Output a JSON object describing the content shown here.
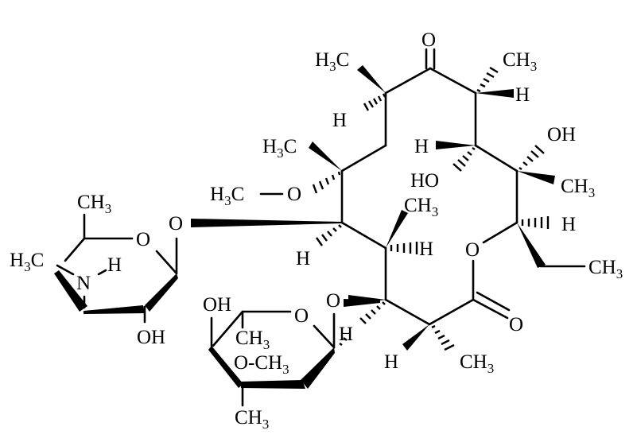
{
  "diagram": {
    "type": "chemical-structure",
    "description": "Macrolide structure (14-membered lactone ring) with two attached sugar rings",
    "background": "#ffffff",
    "ink": "#000000",
    "labels": {
      "ketone_o": "O",
      "c2_methyl_left": "H3C",
      "c2_h": "H",
      "c4_methyl_right": "CH3",
      "c4_h": "H",
      "c6_methyl": "H3C",
      "methoxy_c": "H3C",
      "methoxy_o": "O",
      "c5_h_top": "H",
      "c5_ho": "HO",
      "c6_oh": "OH",
      "c6_ch3": "CH3",
      "sugar_link_o": "O",
      "c8_h": "H",
      "c9_ch3": "CH3",
      "c9_h": "H",
      "lactone_ring_o": "O",
      "c13_h": "H",
      "ethyl_ch3": "CH3",
      "cladinose_link_o": "O",
      "c11_h": "H",
      "c12_h": "H",
      "c12_ch3": "CH3",
      "lactone_carbonyl_o": "O",
      "desosamine_ch3": "CH3",
      "desosamine_ring_o": "O",
      "desosamine_n_methyl": "H3C",
      "desosamine_n": "N",
      "desosamine_nh": "H",
      "desosamine_oh": "OH",
      "cladinose_oh": "OH",
      "cladinose_ch3_top": "CH3",
      "cladinose_ring_o": "O",
      "cladinose_ome": "O-CH3",
      "cladinose_ch3_bottom": "CH3",
      "cladinose_anomeric_h": "H"
    }
  }
}
